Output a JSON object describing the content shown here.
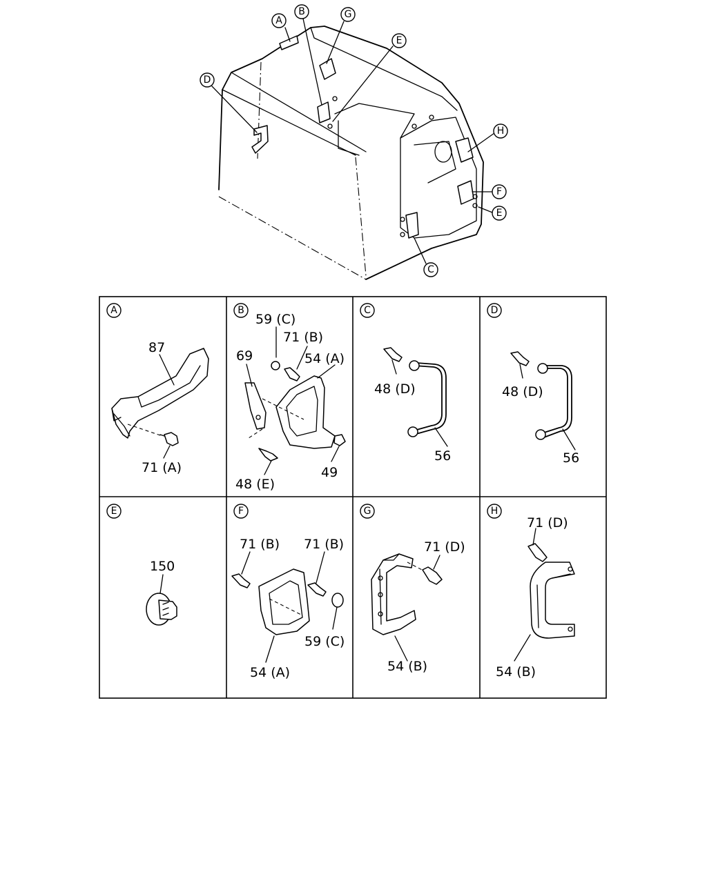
{
  "overview": {
    "callouts": [
      "A",
      "B",
      "G",
      "E",
      "D",
      "H",
      "F",
      "E",
      "C"
    ]
  },
  "panels": [
    {
      "id": "A",
      "labels": [
        "87",
        "71 (A)"
      ]
    },
    {
      "id": "B",
      "labels": [
        "59 (C)",
        "71 (B)",
        "69",
        "54 (A)",
        "48 (E)",
        "49"
      ]
    },
    {
      "id": "C",
      "labels": [
        "48 (D)",
        "56"
      ]
    },
    {
      "id": "D",
      "labels": [
        "48 (D)",
        "56"
      ]
    },
    {
      "id": "E",
      "labels": [
        "150"
      ]
    },
    {
      "id": "F",
      "labels": [
        "71 (B)",
        "71 (B)",
        "54 (A)",
        "59 (C)"
      ]
    },
    {
      "id": "G",
      "labels": [
        "71 (D)",
        "54 (B)"
      ]
    },
    {
      "id": "H",
      "labels": [
        "71 (D)",
        "54 (B)"
      ]
    }
  ]
}
